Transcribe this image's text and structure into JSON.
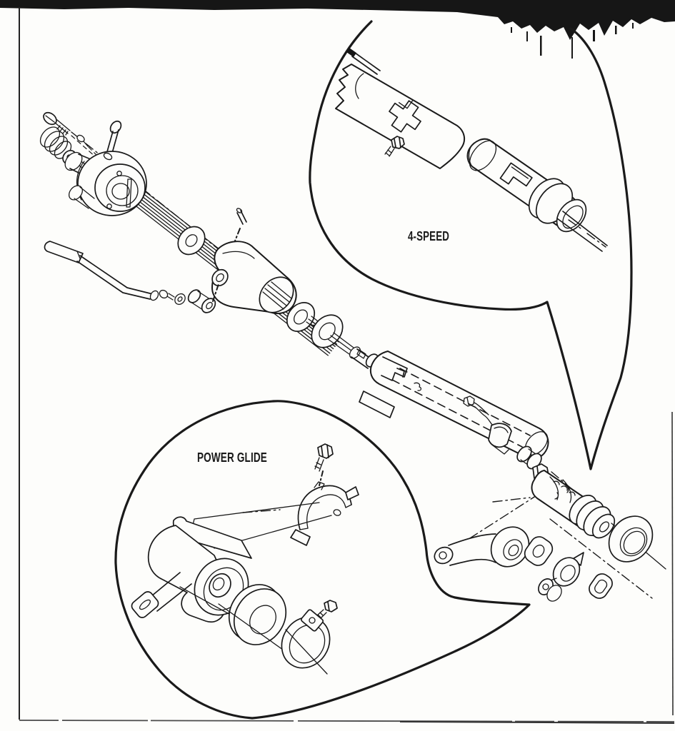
{
  "figure": {
    "paper_color": "#fdfdfb",
    "ink_color": "#1a1a1a",
    "callouts": [
      {
        "id": "four-speed",
        "label": "4-SPEED"
      },
      {
        "id": "power-glide",
        "label": "POWER GLIDE"
      }
    ]
  }
}
